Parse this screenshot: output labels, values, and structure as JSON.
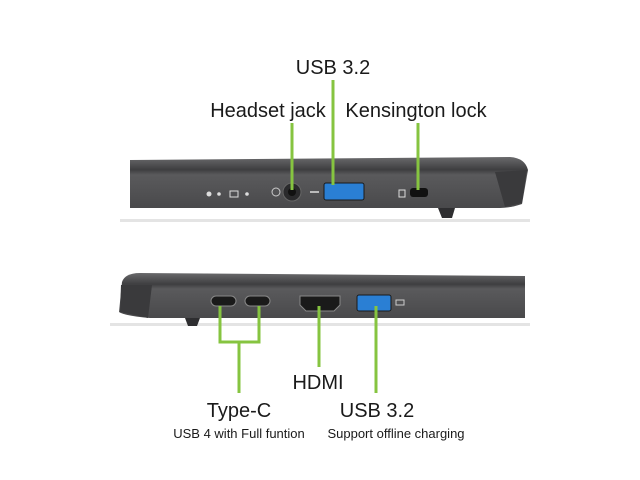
{
  "top_view": {
    "labels": {
      "usb": "USB 3.2",
      "headset": "Headset jack",
      "kensington": "Kensington lock"
    }
  },
  "bottom_view": {
    "labels": {
      "hdmi": "HDMI",
      "typec": "Type-C",
      "typec_sub": "USB 4 with Full funtion",
      "usb": "USB 3.2",
      "usb_sub": "Support offline charging"
    }
  },
  "colors": {
    "leader": "#86c440",
    "chassis": "#4a4a4c",
    "usb_port": "#2a7fd4"
  }
}
